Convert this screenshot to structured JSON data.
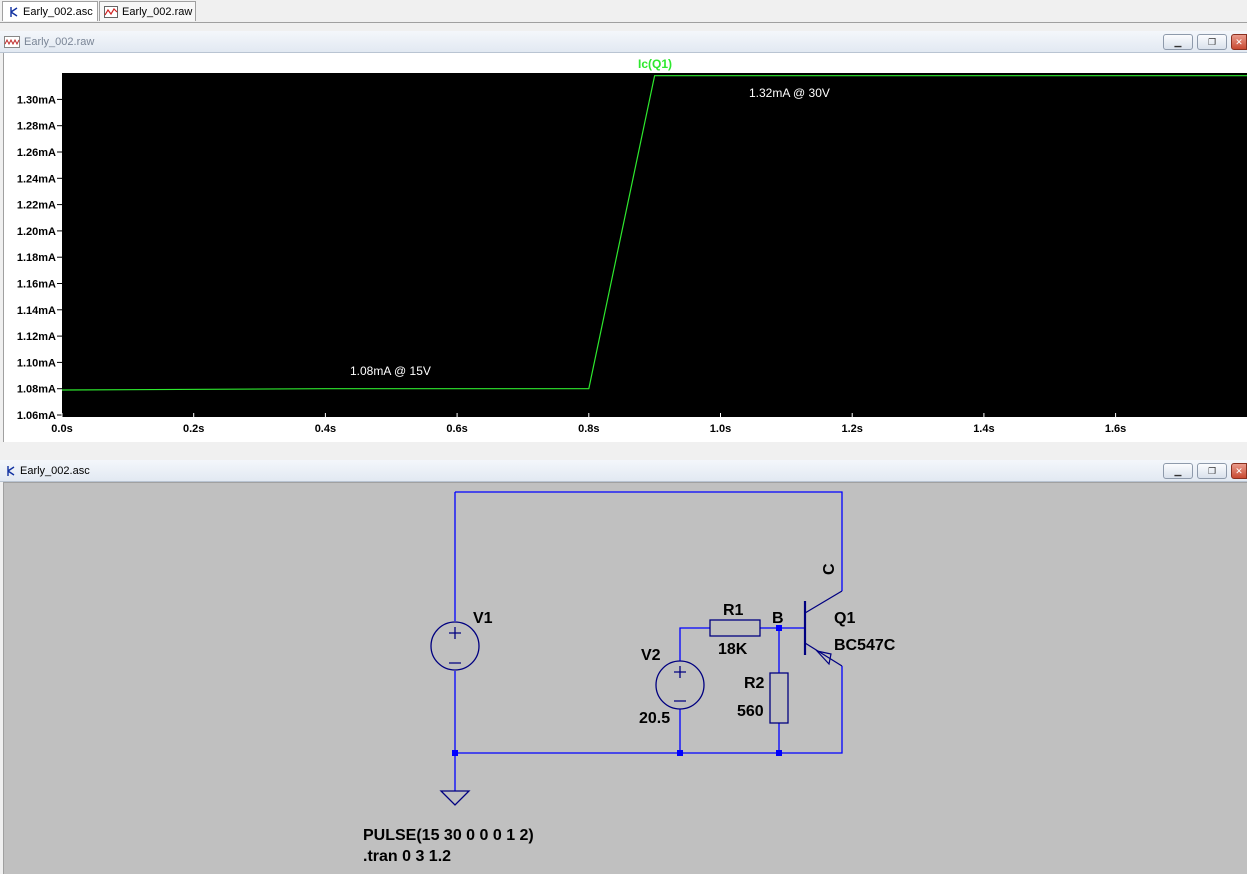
{
  "tabs": [
    {
      "label": "Early_002.asc",
      "icon": "schematic-icon",
      "active": true
    },
    {
      "label": "Early_002.raw",
      "icon": "waveform-icon",
      "active": false
    }
  ],
  "waveform_window": {
    "title": "Early_002.raw",
    "trace_label": "Ic(Q1)",
    "annotations": [
      "1.32mA @ 30V",
      "1.08mA @ 15V"
    ],
    "y_ticks": [
      "1.30mA",
      "1.28mA",
      "1.26mA",
      "1.24mA",
      "1.22mA",
      "1.20mA",
      "1.18mA",
      "1.16mA",
      "1.14mA",
      "1.12mA",
      "1.10mA",
      "1.08mA",
      "1.06mA"
    ],
    "x_ticks": [
      "0.0s",
      "0.2s",
      "0.4s",
      "0.6s",
      "0.8s",
      "1.0s",
      "1.2s",
      "1.4s",
      "1.6s"
    ]
  },
  "schematic_window": {
    "title": "Early_002.asc",
    "labels": {
      "v1": "V1",
      "v2": "V2",
      "v2_value": "20.5",
      "r1": "R1",
      "r1_value": "18K",
      "r2": "R2",
      "r2_value": "560",
      "q1": "Q1",
      "q1_model": "BC547C",
      "node_b": "B",
      "node_c": "C",
      "pulse_directive": "PULSE(15 30 0 0 0 1 2)",
      "tran_directive": ".tran 0 3 1.2"
    }
  },
  "colors": {
    "trace": "#2ee82e",
    "plot_background": "#000000",
    "wire": "#0000ff",
    "component": "#000080",
    "schematic_background": "#c0c0c0"
  },
  "chart_data": {
    "type": "line",
    "series": [
      {
        "name": "Ic(Q1)",
        "x": [
          0.0,
          0.4,
          0.8,
          0.9,
          1.8
        ],
        "y": [
          1.079,
          1.08,
          1.08,
          1.318,
          1.318
        ]
      }
    ],
    "xlabel": "",
    "ylabel": "",
    "xlim": [
      0,
      1.8
    ],
    "ylim": [
      1.06,
      1.32
    ],
    "x_ticks": [
      "0.0s",
      "0.2s",
      "0.4s",
      "0.6s",
      "0.8s",
      "1.0s",
      "1.2s",
      "1.4s",
      "1.6s"
    ],
    "y_ticks": [
      "1.06mA",
      "1.08mA",
      "1.10mA",
      "1.12mA",
      "1.14mA",
      "1.16mA",
      "1.18mA",
      "1.20mA",
      "1.22mA",
      "1.24mA",
      "1.26mA",
      "1.28mA",
      "1.30mA"
    ],
    "annotations": [
      "1.32mA @ 30V",
      "1.08mA @ 15V"
    ],
    "grid": false
  }
}
